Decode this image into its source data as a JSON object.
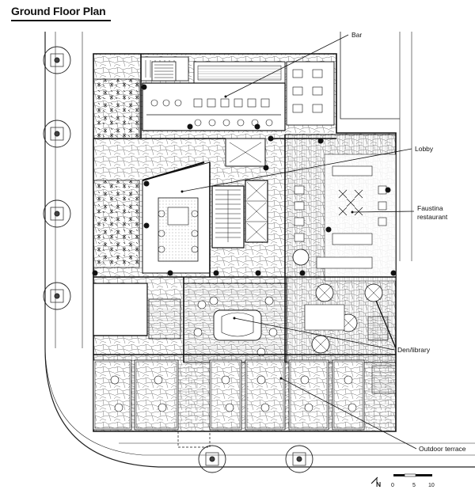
{
  "title": "Ground Floor Plan",
  "labels": {
    "bar": "Bar",
    "lobby": "Lobby",
    "faustina_line1": "Faustina",
    "faustina_line2": "restaurant",
    "den": "Den/library",
    "terrace": "Outdoor terrace"
  },
  "north": "N",
  "scale_bar": [
    "0",
    "5",
    "10"
  ]
}
